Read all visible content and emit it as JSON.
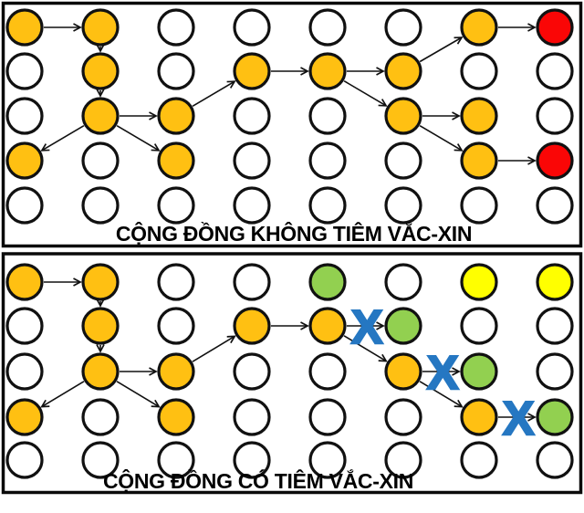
{
  "diagram": {
    "type": "diagram",
    "block_glyph": "X",
    "palette": {
      "O": "#FFC012",
      "W": "#FFFFFF",
      "R": "#FA0606",
      "G": "#92D050",
      "Y": "#FFFF00"
    },
    "accent_colors": {
      "outline": "#111111",
      "block_mark_blue": "#2577C2"
    },
    "panels": [
      {
        "id": "unvaccinated",
        "title": "CỘNG ĐỒNG KHÔNG TIÊM VẮC-XIN",
        "grid": [
          "OOWWWWOR",
          "WOWOOOWW",
          "WOOWWOOW",
          "OWOWWWOR",
          "WWWWWWWW"
        ],
        "arrows": [
          {
            "from": [
              0,
              0
            ],
            "to": [
              0,
              1
            ],
            "blocked": false
          },
          {
            "from": [
              0,
              1
            ],
            "to": [
              1,
              1
            ],
            "blocked": false
          },
          {
            "from": [
              1,
              1
            ],
            "to": [
              2,
              1
            ],
            "blocked": false
          },
          {
            "from": [
              2,
              1
            ],
            "to": [
              2,
              2
            ],
            "blocked": false
          },
          {
            "from": [
              2,
              1
            ],
            "to": [
              3,
              0
            ],
            "blocked": false
          },
          {
            "from": [
              2,
              1
            ],
            "to": [
              3,
              2
            ],
            "blocked": false
          },
          {
            "from": [
              2,
              2
            ],
            "to": [
              1,
              3
            ],
            "blocked": false
          },
          {
            "from": [
              1,
              3
            ],
            "to": [
              1,
              4
            ],
            "blocked": false
          },
          {
            "from": [
              1,
              4
            ],
            "to": [
              1,
              5
            ],
            "blocked": false
          },
          {
            "from": [
              1,
              4
            ],
            "to": [
              2,
              5
            ],
            "blocked": false
          },
          {
            "from": [
              1,
              5
            ],
            "to": [
              0,
              6
            ],
            "blocked": false
          },
          {
            "from": [
              0,
              6
            ],
            "to": [
              0,
              7
            ],
            "blocked": false
          },
          {
            "from": [
              2,
              5
            ],
            "to": [
              2,
              6
            ],
            "blocked": false
          },
          {
            "from": [
              2,
              5
            ],
            "to": [
              3,
              6
            ],
            "blocked": false
          },
          {
            "from": [
              3,
              6
            ],
            "to": [
              3,
              7
            ],
            "blocked": false
          }
        ]
      },
      {
        "id": "vaccinated",
        "title": "CỘNG ĐỒNG CÓ TIÊM VẮC-XIN",
        "grid": [
          "OOWWGWYY",
          "WOWOOGWW",
          "WOOWWOGW",
          "OWOWWWOG",
          "WWWWWWWW"
        ],
        "arrows": [
          {
            "from": [
              0,
              0
            ],
            "to": [
              0,
              1
            ],
            "blocked": false
          },
          {
            "from": [
              0,
              1
            ],
            "to": [
              1,
              1
            ],
            "blocked": false
          },
          {
            "from": [
              1,
              1
            ],
            "to": [
              2,
              1
            ],
            "blocked": false
          },
          {
            "from": [
              2,
              1
            ],
            "to": [
              2,
              2
            ],
            "blocked": false
          },
          {
            "from": [
              2,
              1
            ],
            "to": [
              3,
              0
            ],
            "blocked": false
          },
          {
            "from": [
              2,
              1
            ],
            "to": [
              3,
              2
            ],
            "blocked": false
          },
          {
            "from": [
              2,
              2
            ],
            "to": [
              1,
              3
            ],
            "blocked": false
          },
          {
            "from": [
              1,
              3
            ],
            "to": [
              1,
              4
            ],
            "blocked": false
          },
          {
            "from": [
              1,
              4
            ],
            "to": [
              1,
              5
            ],
            "blocked": true
          },
          {
            "from": [
              1,
              4
            ],
            "to": [
              2,
              5
            ],
            "blocked": false
          },
          {
            "from": [
              2,
              5
            ],
            "to": [
              2,
              6
            ],
            "blocked": true
          },
          {
            "from": [
              2,
              5
            ],
            "to": [
              3,
              6
            ],
            "blocked": false
          },
          {
            "from": [
              3,
              6
            ],
            "to": [
              3,
              7
            ],
            "blocked": true
          }
        ]
      }
    ]
  }
}
